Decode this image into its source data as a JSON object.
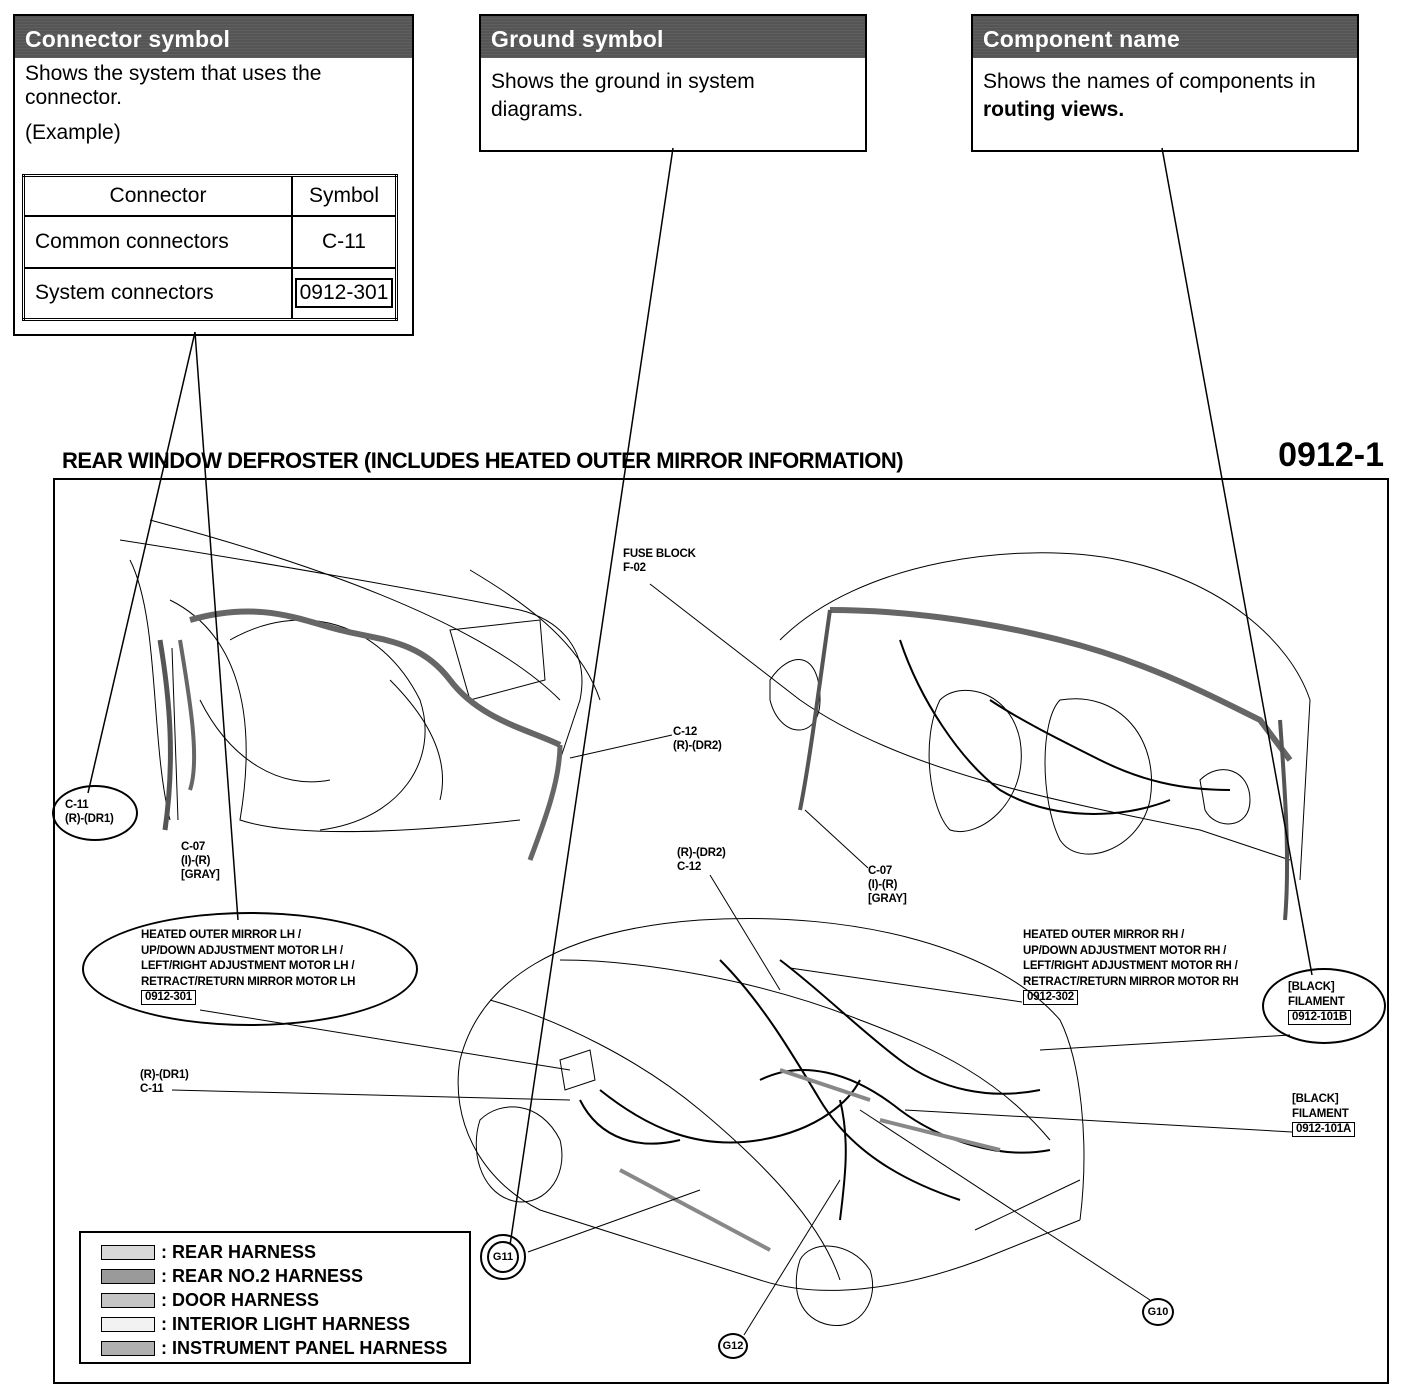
{
  "callouts": {
    "connector": {
      "title": "Connector symbol",
      "body": "Shows the system that uses the connector.",
      "example": "(Example)",
      "table": {
        "headers": [
          "Connector",
          "Symbol"
        ],
        "rows": [
          {
            "name": "Common connectors",
            "symbol": "C-11"
          },
          {
            "name": "System connectors",
            "symbol": "0912-301"
          }
        ]
      }
    },
    "ground": {
      "title": "Ground symbol",
      "body": "Shows the ground in system diagrams."
    },
    "component": {
      "title": "Component name",
      "body_prefix": "Shows the names of components in",
      "body_strong": "routing views."
    }
  },
  "diagram": {
    "title": "REAR WINDOW DEFROSTER (INCLUDES HEATED OUTER MIRROR INFORMATION)",
    "number": "0912-1",
    "labels": {
      "c11_top": {
        "line1": "C-11",
        "line2": "(R)-(DR1)"
      },
      "c07_left": {
        "line1": "C-07",
        "line2": "(I)-(R)",
        "line3": "[GRAY]"
      },
      "c12_top": {
        "line1": "C-12",
        "line2": "(R)-(DR2)"
      },
      "fuse_block": {
        "line1": "FUSE BLOCK",
        "line2": "F-02"
      },
      "c07_right": {
        "line1": "C-07",
        "line2": "(I)-(R)",
        "line3": "[GRAY]"
      },
      "c12_mid": {
        "line1": "(R)-(DR2)",
        "line2": "C-12"
      },
      "c11_mid": {
        "line1": "(R)-(DR1)",
        "line2": "C-11"
      },
      "mirror_lh": {
        "lines": [
          "HEATED OUTER MIRROR LH /",
          "UP/DOWN ADJUSTMENT MOTOR LH /",
          "LEFT/RIGHT ADJUSTMENT MOTOR LH /",
          "RETRACT/RETURN MIRROR MOTOR LH"
        ],
        "code": "0912-301"
      },
      "mirror_rh": {
        "lines": [
          "HEATED OUTER MIRROR RH /",
          "UP/DOWN ADJUSTMENT MOTOR RH /",
          "LEFT/RIGHT ADJUSTMENT MOTOR RH /",
          "RETRACT/RETURN MIRROR MOTOR RH"
        ],
        "code": "0912-302"
      },
      "filament_b": {
        "line1": "[BLACK]",
        "line2": "FILAMENT",
        "code": "0912-101B"
      },
      "filament_a": {
        "line1": "[BLACK]",
        "line2": "FILAMENT",
        "code": "0912-101A"
      }
    },
    "grounds": [
      "G11",
      "G12",
      "G10"
    ]
  },
  "legend": [
    {
      "label": ": REAR HARNESS",
      "color": "#d8d8d8"
    },
    {
      "label": ": REAR NO.2 HARNESS",
      "color": "#9a9a9a"
    },
    {
      "label": ": DOOR HARNESS",
      "color": "#c4c4c4"
    },
    {
      "label": ": INTERIOR LIGHT HARNESS",
      "color": "#f2f2f2"
    },
    {
      "label": ": INSTRUMENT PANEL HARNESS",
      "color": "#b0b0b0"
    }
  ]
}
